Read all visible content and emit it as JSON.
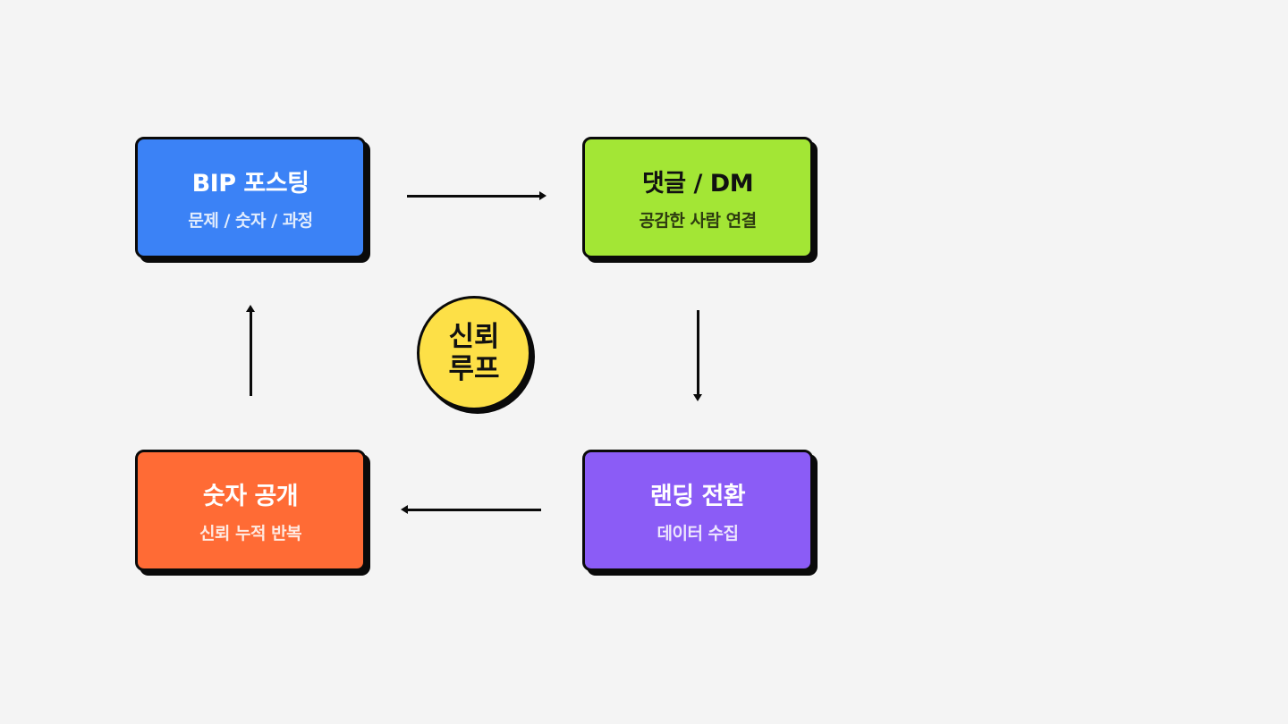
{
  "nodes": [
    {
      "title": "BIP 포스팅",
      "subtitle": "문제 / 숫자 / 과정",
      "color": "#3b82f6"
    },
    {
      "title": "댓글 / DM",
      "subtitle": "공감한 사람 연결",
      "color": "#a3e635"
    },
    {
      "title": "랜딩 전환",
      "subtitle": "데이터 수집",
      "color": "#8b5cf6"
    },
    {
      "title": "숫자 공개",
      "subtitle": "신뢰 누적 반복",
      "color": "#ff6b35"
    }
  ],
  "center": {
    "label": "신뢰 루프",
    "color": "#fde047"
  }
}
